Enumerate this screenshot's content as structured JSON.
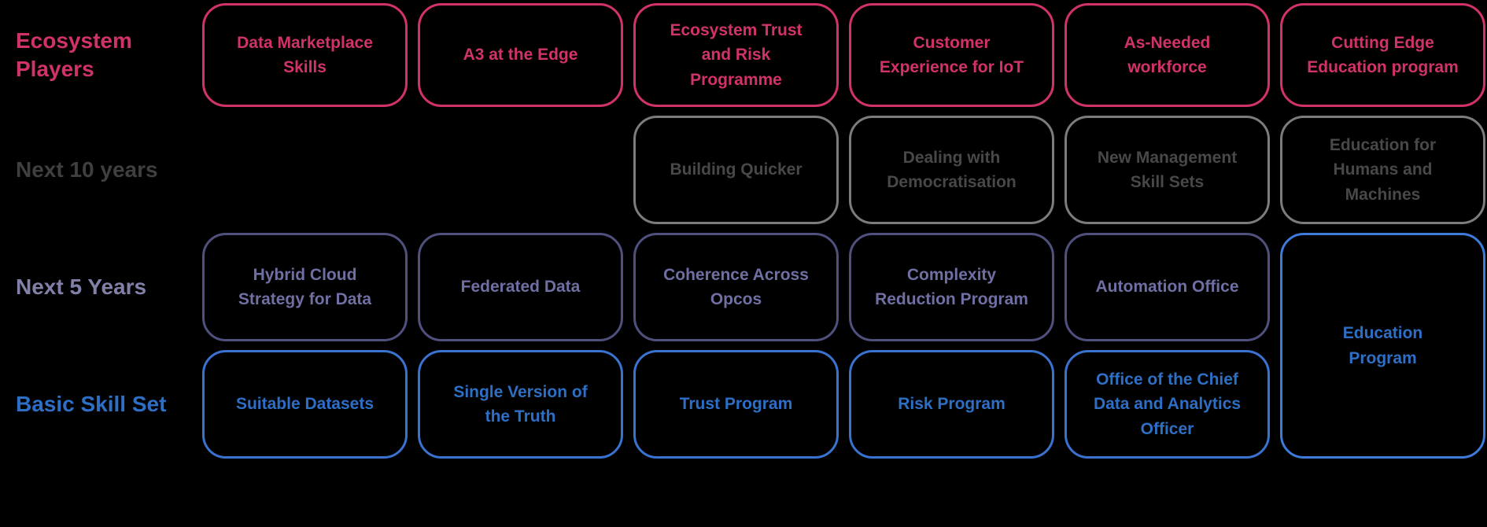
{
  "diagram": {
    "background_color": "#000000",
    "rows": [
      {
        "label": "Ecosystem Players",
        "label_color": "#D13369",
        "box_border_color": "#D13369",
        "box_text_color": "#D13369",
        "boxes": [
          {
            "col": 1,
            "text": "Data Marketplace Skills"
          },
          {
            "col": 2,
            "text": "A3 at the Edge"
          },
          {
            "col": 3,
            "text": "Ecosystem Trust and Risk Programme"
          },
          {
            "col": 4,
            "text": "Customer Experience for IoT"
          },
          {
            "col": 5,
            "text": "As-Needed workforce"
          },
          {
            "col": 6,
            "text": "Cutting Edge Education program"
          }
        ]
      },
      {
        "label": "Next 10 years",
        "label_color": "#3F3F3F",
        "box_border_color": "#7C7C7C",
        "box_text_color": "#484848",
        "boxes": [
          {
            "col": 3,
            "text": "Building Quicker"
          },
          {
            "col": 4,
            "text": "Dealing with Democratisation"
          },
          {
            "col": 5,
            "text": "New Management Skill Sets"
          },
          {
            "col": 6,
            "text": "Education for Humans and Machines"
          }
        ]
      },
      {
        "label": "Next 5 Years",
        "label_color": "#8080A8",
        "box_border_color": "#50507E",
        "box_text_color": "#6F6FA3",
        "boxes": [
          {
            "col": 1,
            "text": "Hybrid Cloud Strategy for Data"
          },
          {
            "col": 2,
            "text": "Federated Data"
          },
          {
            "col": 3,
            "text": "Coherence Across Opcos"
          },
          {
            "col": 4,
            "text": "Complexity Reduction Program"
          },
          {
            "col": 5,
            "text": "Automation Office"
          }
        ]
      },
      {
        "label": "Basic Skill Set",
        "label_color": "#2E6FC6",
        "box_border_color": "#3A72D0",
        "box_text_color": "#2E6FC6",
        "boxes": [
          {
            "col": 1,
            "text": "Suitable Datasets"
          },
          {
            "col": 2,
            "text": "Single Version of the Truth"
          },
          {
            "col": 3,
            "text": "Trust Program"
          },
          {
            "col": 4,
            "text": "Risk Program"
          },
          {
            "col": 5,
            "text": "Office of the Chief Data and Analytics Officer"
          }
        ]
      }
    ],
    "spanning_box": {
      "col": 6,
      "spans_rows": [
        "Next 5 Years",
        "Basic Skill Set"
      ],
      "text": "Education Program",
      "border_color": "#3E7ADA",
      "text_color": "#2E6FC6"
    }
  }
}
